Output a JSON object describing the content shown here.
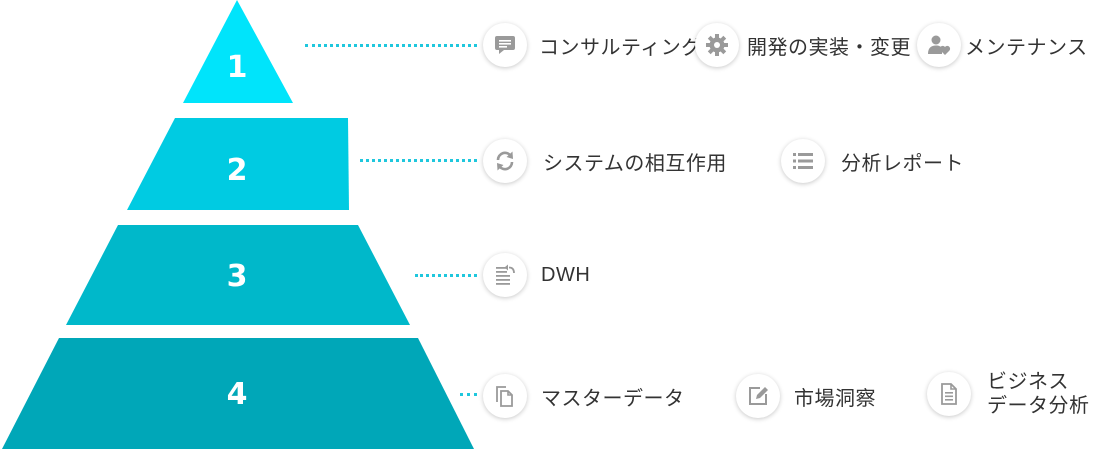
{
  "colors": {
    "tier1": "#00e4fb",
    "tier2": "#00cbe2",
    "tier3": "#00b8ca",
    "tier4": "#00a7b8",
    "dots": "#1fc7dd",
    "icon": "#9a9a9a"
  },
  "tiers": [
    {
      "number": "1",
      "items": [
        {
          "icon": "speech-bubble-icon",
          "label": "コンサルティング"
        },
        {
          "icon": "gear-icon",
          "label": "開発の実装・変更"
        },
        {
          "icon": "users-heart-icon",
          "label": "メンテナンス"
        }
      ]
    },
    {
      "number": "2",
      "items": [
        {
          "icon": "refresh-icon",
          "label": "システムの相互作用"
        },
        {
          "icon": "list-icon",
          "label": "分析レポート"
        }
      ]
    },
    {
      "number": "3",
      "items": [
        {
          "icon": "document-undo-icon",
          "label": "DWH"
        }
      ]
    },
    {
      "number": "4",
      "items": [
        {
          "icon": "copy-icon",
          "label": "マスターデータ"
        },
        {
          "icon": "edit-icon",
          "label": "市場洞察"
        },
        {
          "icon": "file-text-icon",
          "label": "ビジネス\nデータ分析"
        }
      ]
    }
  ]
}
